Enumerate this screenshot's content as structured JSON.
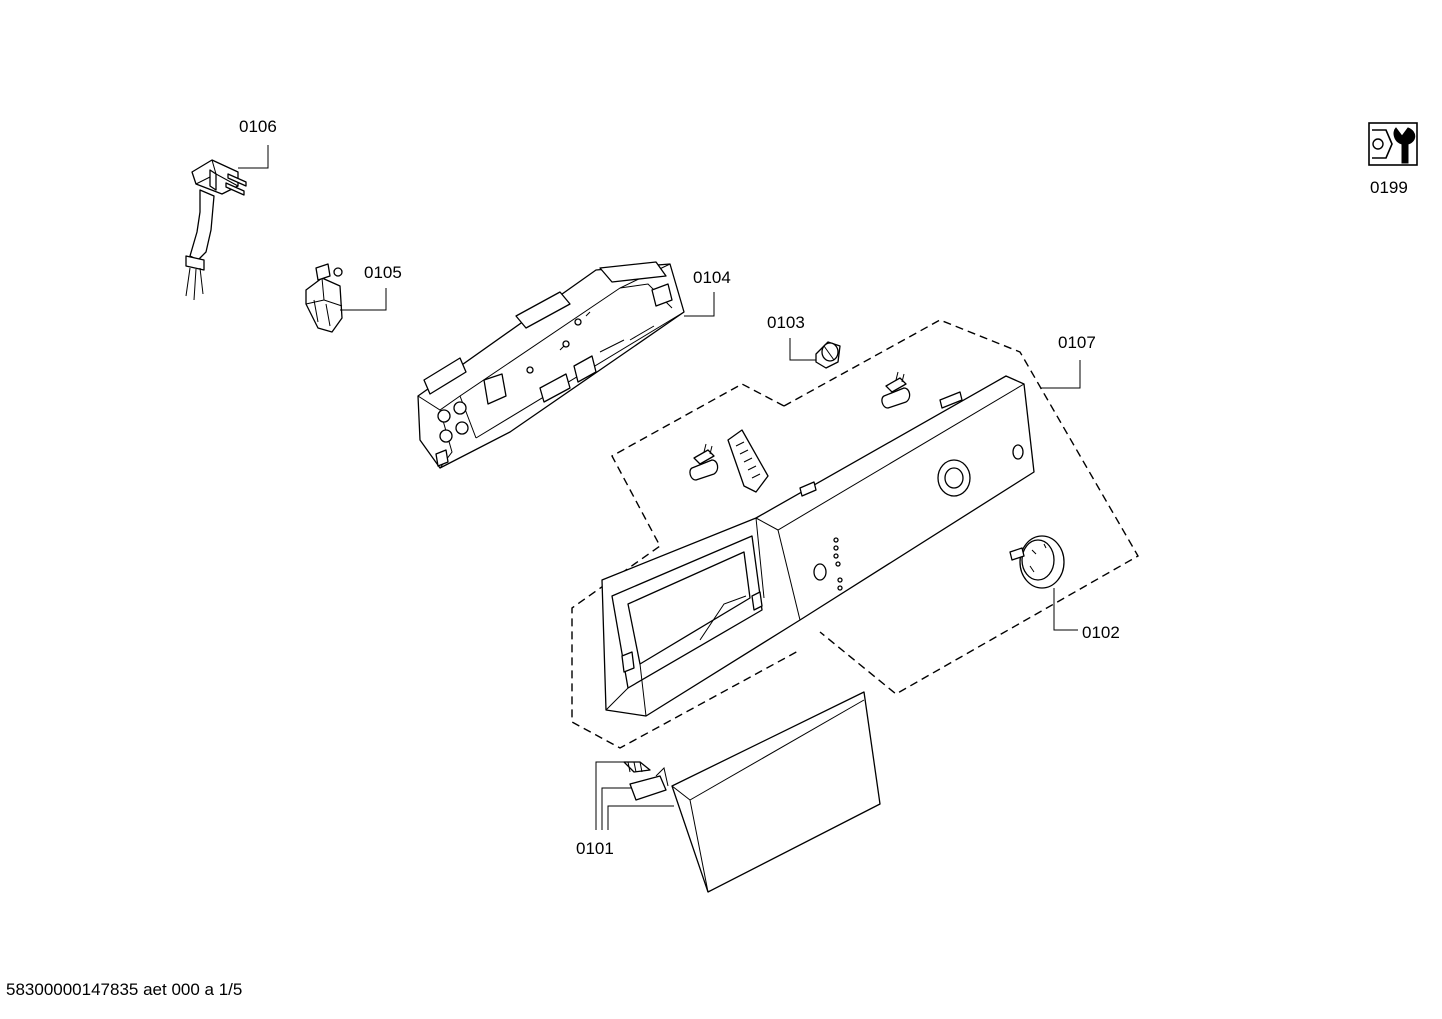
{
  "labels": {
    "p0106": "0106",
    "p0105": "0105",
    "p0104": "0104",
    "p0103": "0103",
    "p0107": "0107",
    "p0102": "0102",
    "p0101": "0101",
    "p0199": "0199"
  },
  "footer": "58300000147835 aet 000 a 1/5"
}
